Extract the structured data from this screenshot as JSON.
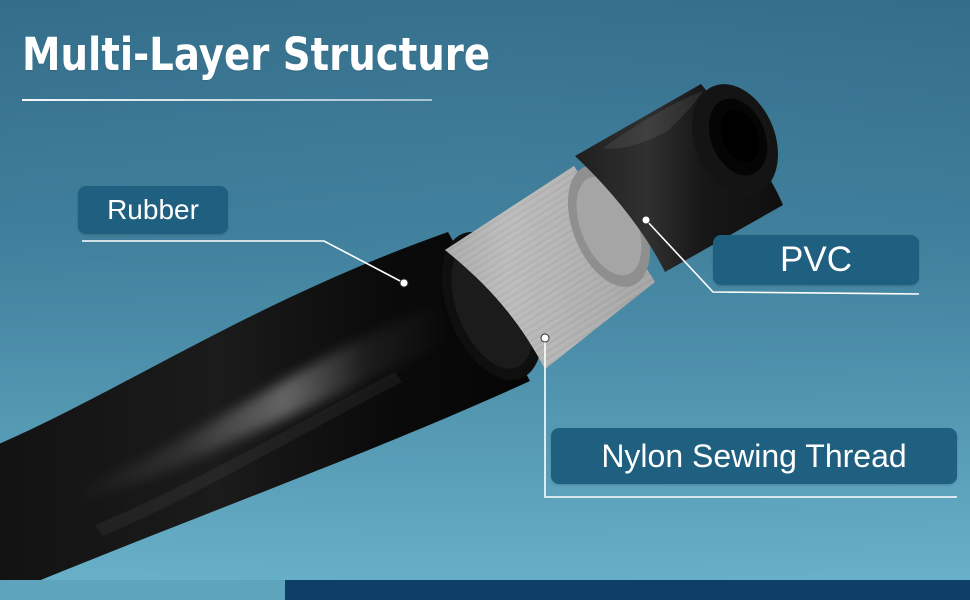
{
  "title": "Multi-Layer Structure",
  "callouts": {
    "rubber": "Rubber",
    "pvc": "PVC",
    "nylon": "Nylon Sewing Thread"
  },
  "colors": {
    "background_top": "#326b88",
    "background_bottom": "#6ab3cb",
    "label_fill": "#1f5f7f",
    "hose_black": "#111111",
    "thread_gray": "#bfbfbf",
    "strip_dark": "#0f3f68"
  }
}
